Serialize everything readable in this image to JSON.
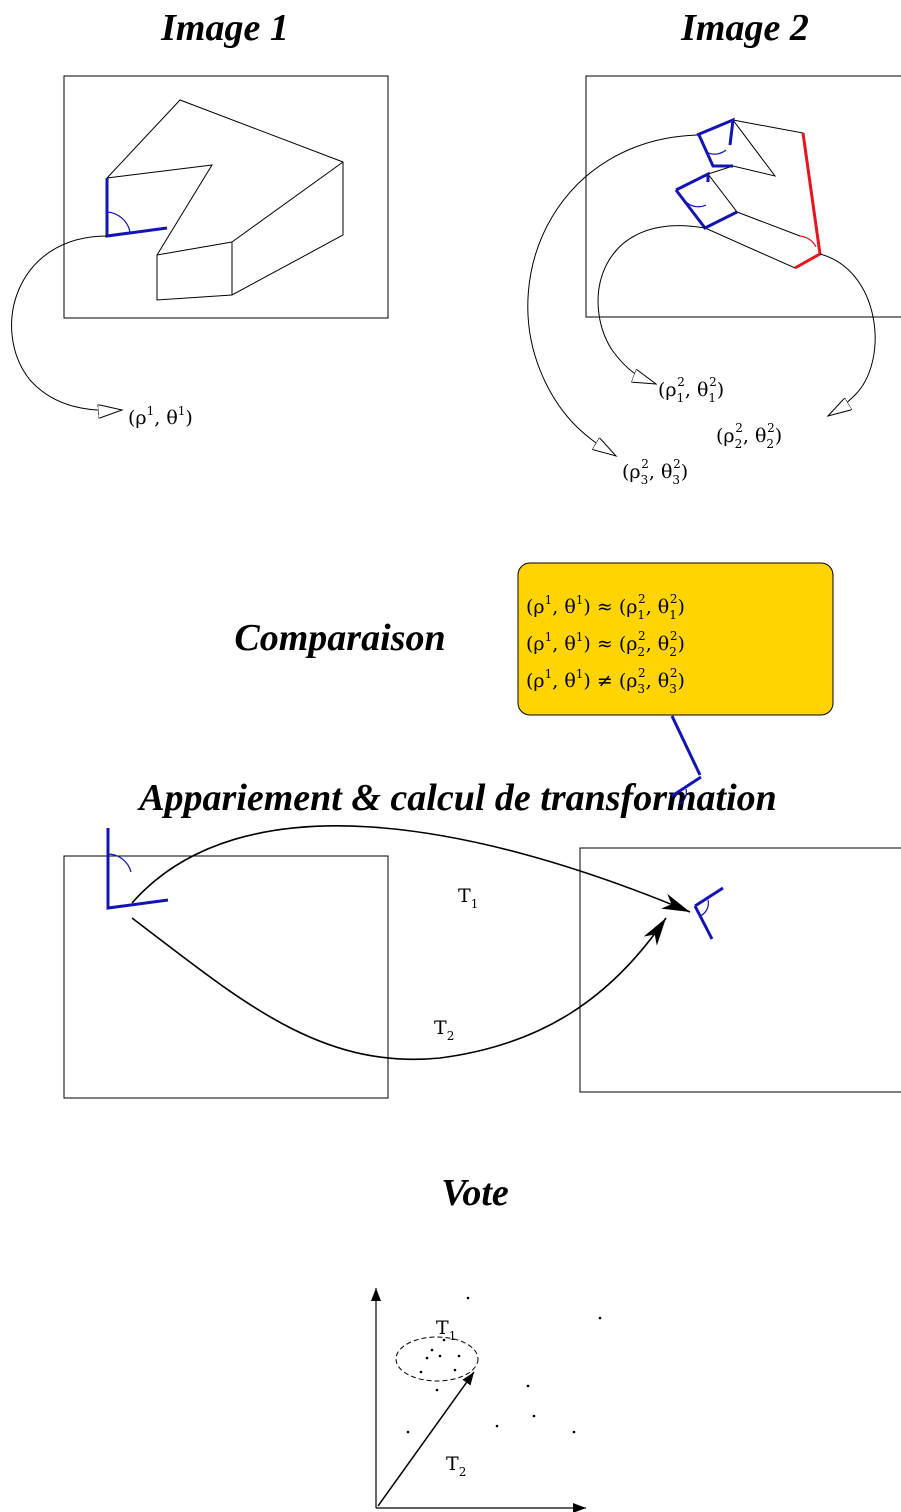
{
  "titles": {
    "image1": "Image 1",
    "image2": "Image 2",
    "comparison": "Comparaison",
    "matching": "Appariement & calcul de transformation",
    "vote": "Vote"
  },
  "pairs": {
    "image1": {
      "rho": "ρ",
      "theta": "θ",
      "sup": "1"
    },
    "image2_1": {
      "rho": "ρ",
      "theta": "θ",
      "sup": "2",
      "sub": "1"
    },
    "image2_2": {
      "rho": "ρ",
      "theta": "θ",
      "sup": "2",
      "sub": "2"
    },
    "image2_3": {
      "rho": "ρ",
      "theta": "θ",
      "sup": "2",
      "sub": "3"
    }
  },
  "comparison_box": {
    "fill": "#ffd400",
    "rows": [
      {
        "relation": "≈",
        "sub": "1"
      },
      {
        "relation": "≈",
        "sub": "2"
      },
      {
        "relation": "≠",
        "sub": "3"
      }
    ]
  },
  "transforms": {
    "t1": "T",
    "t1_sub": "1",
    "t2": "T",
    "t2_sub": "2"
  },
  "colors": {
    "corner": "#1414b4",
    "highlight": "#e8141e",
    "line": "#000000"
  }
}
